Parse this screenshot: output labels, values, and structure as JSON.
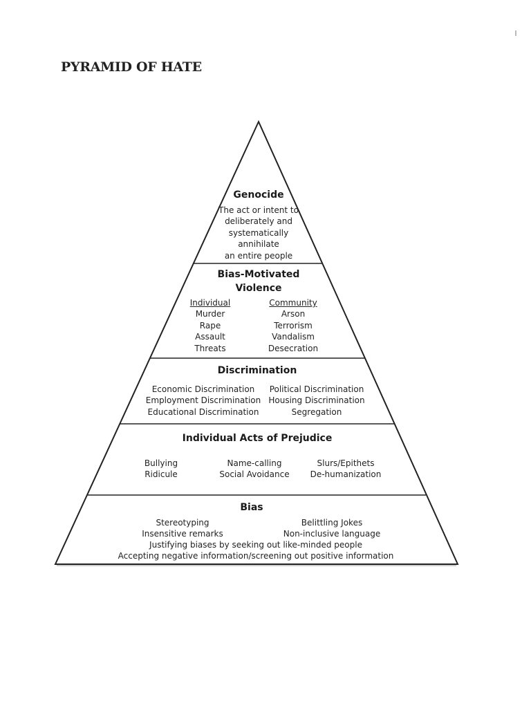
{
  "title": "PYRAMID OF HATE",
  "levels": {
    "genocide": {
      "title": "Genocide",
      "description": [
        "The act or intent to",
        "deliberately and",
        "systematically",
        "annihilate",
        "an entire people"
      ]
    },
    "violence": {
      "title_line1": "Bias-Motivated",
      "title_line2": "Violence",
      "individual": {
        "header": "Individual",
        "items": [
          "Murder",
          "Rape",
          "Assault",
          "Threats"
        ]
      },
      "community": {
        "header": "Community",
        "items": [
          "Arson",
          "Terrorism",
          "Vandalism",
          "Desecration"
        ]
      }
    },
    "discrimination": {
      "title": "Discrimination",
      "left": [
        "Economic Discrimination",
        "Employment Discrimination",
        "Educational Discrimination"
      ],
      "right": [
        "Political Discrimination",
        "Housing Discrimination",
        "Segregation"
      ]
    },
    "prejudice": {
      "title": "Individual Acts of Prejudice",
      "col1": [
        "Bullying",
        "Ridicule"
      ],
      "col2": [
        "Name-calling",
        "Social Avoidance"
      ],
      "col3": [
        "Slurs/Epithets",
        "De-humanization"
      ]
    },
    "bias": {
      "title": "Bias",
      "left": [
        "Stereotyping",
        "Insensitive remarks"
      ],
      "right": [
        "Belittling Jokes",
        "Non-inclusive language"
      ],
      "bottom": [
        "Justifying biases by seeking out like-minded people",
        "Accepting negative information/screening out positive information"
      ]
    }
  }
}
